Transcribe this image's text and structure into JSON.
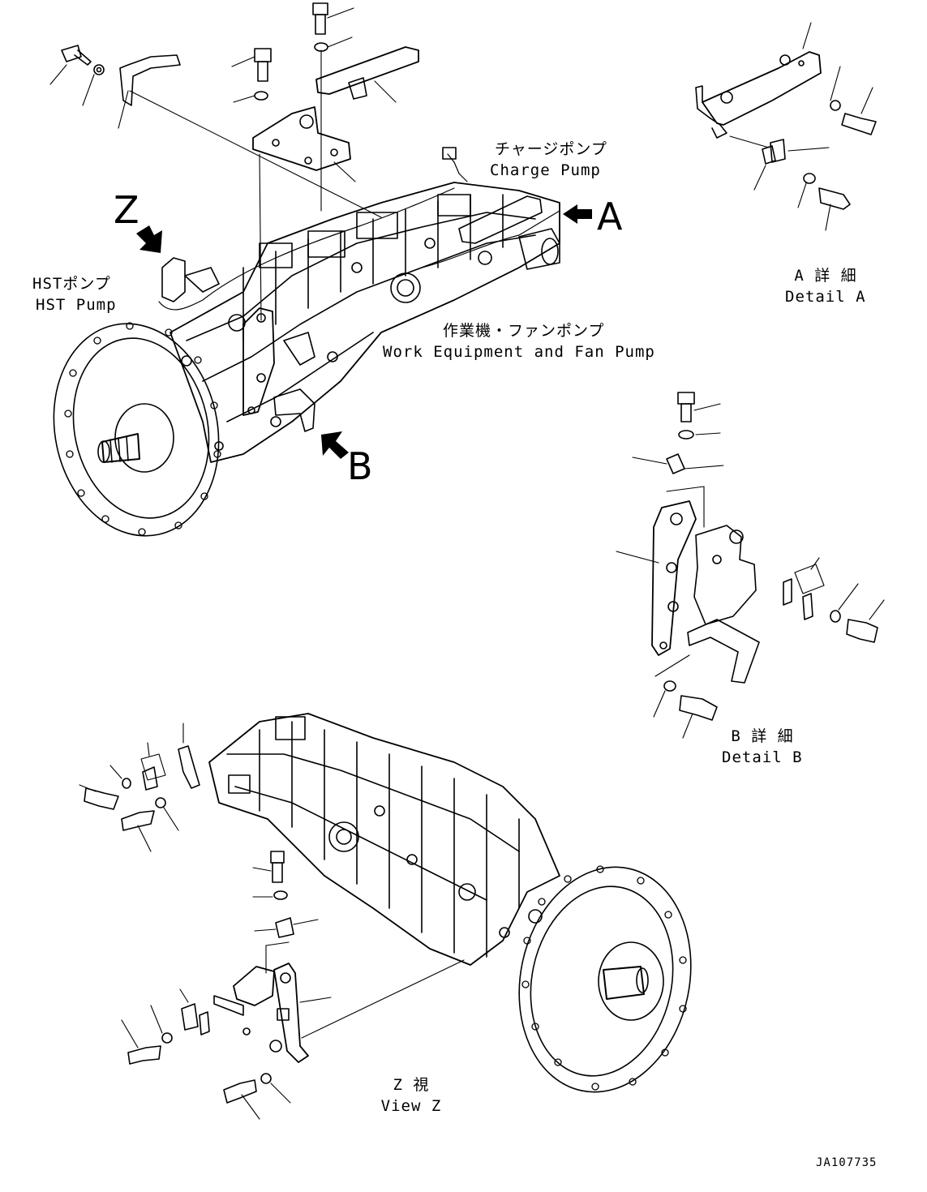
{
  "labels": {
    "charge_pump_jp": "チャージポンプ",
    "charge_pump_en": "Charge Pump",
    "hst_pump_jp": "HSTポンプ",
    "hst_pump_en": "HST Pump",
    "work_pump_jp": "作業機・ファンポンプ",
    "work_pump_en": "Work Equipment and Fan Pump",
    "detail_a_jp": "A 詳 細",
    "detail_a_en": "Detail A",
    "detail_b_jp": "B 詳 細",
    "detail_b_en": "Detail B",
    "view_z_jp": "Z 視",
    "view_z_en": "View Z",
    "view_letter_z": "Z",
    "view_letter_a": "A",
    "view_letter_b": "B",
    "drawing_number": "JA107735"
  }
}
